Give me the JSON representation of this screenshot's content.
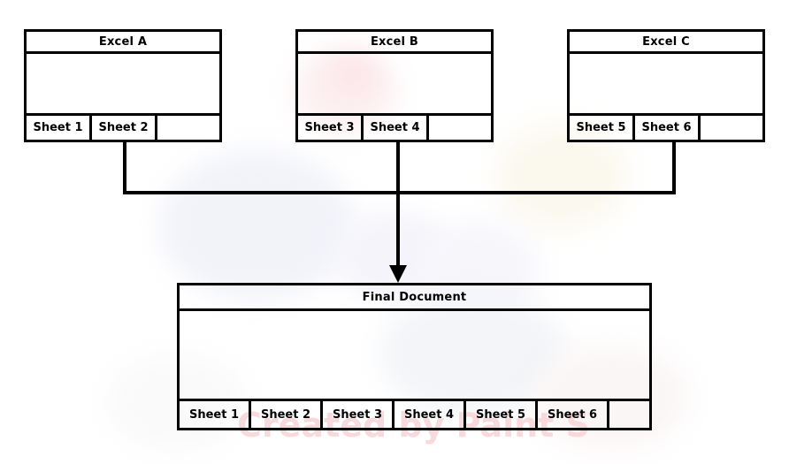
{
  "page": {
    "background_color": "#ffffff",
    "line_color": "#000000",
    "watermark_text": "Created by Paint S",
    "watermark_color": "#f6d9db"
  },
  "sources": [
    {
      "title": "Excel A",
      "tabs": [
        "Sheet 1",
        "Sheet 2",
        ""
      ]
    },
    {
      "title": "Excel B",
      "tabs": [
        "Sheet 3",
        "Sheet 4",
        ""
      ]
    },
    {
      "title": "Excel C",
      "tabs": [
        "Sheet 5",
        "Sheet 6",
        ""
      ]
    }
  ],
  "final_document": {
    "title": "Final Document",
    "tabs": [
      "Sheet 1",
      "Sheet 2",
      "Sheet 3",
      "Sheet 4",
      "Sheet 5",
      "Sheet 6",
      ""
    ]
  },
  "connectors": {
    "arrow_label": "merge-arrow"
  }
}
